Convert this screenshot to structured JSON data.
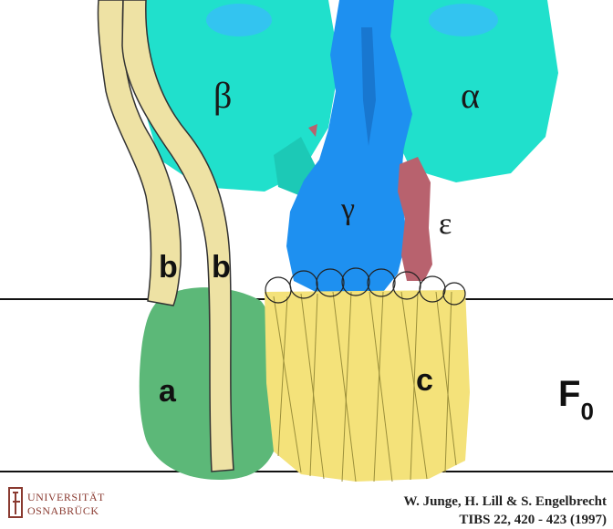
{
  "diagram": {
    "labels": {
      "beta": "β",
      "alpha": "α",
      "gamma": "γ",
      "epsilon": "ε",
      "b_left": "b",
      "b_right": "b",
      "a": "a",
      "c": "c",
      "f0_main": "F",
      "f0_sub": "0"
    },
    "colors": {
      "alpha_beta": "#20e0cc",
      "alpha_beta_light": "#33c4f0",
      "gamma": "#1e90f0",
      "epsilon": "#b8626e",
      "b_stalk": "#eee2a4",
      "a_subunit": "#5cb878",
      "c_ring": "#f4e27a",
      "membrane": "#111111"
    }
  },
  "logo": {
    "line1": "UNIVERSITÄT",
    "line2": "OSNABRÜCK"
  },
  "credit": {
    "authors": "W. Junge, H. Lill & S. Engelbrecht",
    "citation": "TIBS 22, 420 - 423 (1997)"
  }
}
